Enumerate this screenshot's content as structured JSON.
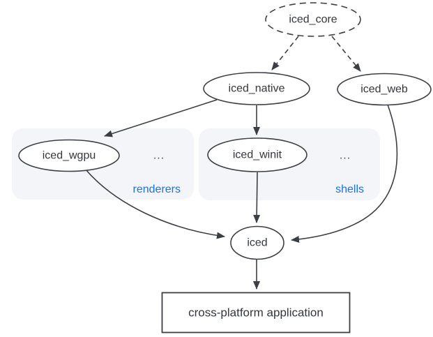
{
  "diagram": {
    "type": "dependency-graph",
    "subject": "iced ecosystem",
    "colors": {
      "stroke": "#3b3f45",
      "node_text": "#33373c",
      "group_label_text": "#1a73e8",
      "group_background": "#f4f5f8",
      "node_fill": "#ffffff",
      "page_background": "#ffffff"
    },
    "nodes": {
      "iced_core": {
        "label": "iced_core",
        "shape": "ellipse",
        "border": "dashed"
      },
      "iced_native": {
        "label": "iced_native",
        "shape": "ellipse",
        "border": "solid"
      },
      "iced_web": {
        "label": "iced_web",
        "shape": "ellipse",
        "border": "solid"
      },
      "iced_wgpu": {
        "label": "iced_wgpu",
        "shape": "ellipse",
        "border": "solid",
        "group": "renderers"
      },
      "iced_winit": {
        "label": "iced_winit",
        "shape": "ellipse",
        "border": "solid",
        "group": "shells"
      },
      "iced": {
        "label": "iced",
        "shape": "ellipse",
        "border": "solid"
      },
      "app": {
        "label": "cross-platform application",
        "shape": "rectangle",
        "border": "solid"
      }
    },
    "groups": {
      "renderers": {
        "label": "renderers",
        "ellipsis": "..."
      },
      "shells": {
        "label": "shells",
        "ellipsis": "..."
      }
    },
    "edges": [
      {
        "from": "iced_core",
        "to": "iced_native",
        "style": "dashed"
      },
      {
        "from": "iced_core",
        "to": "iced_web",
        "style": "dashed"
      },
      {
        "from": "iced_native",
        "to": "iced_wgpu",
        "style": "solid"
      },
      {
        "from": "iced_native",
        "to": "iced_winit",
        "style": "solid"
      },
      {
        "from": "iced_wgpu",
        "to": "iced",
        "style": "solid"
      },
      {
        "from": "iced_winit",
        "to": "iced",
        "style": "solid"
      },
      {
        "from": "iced_web",
        "to": "iced",
        "style": "solid"
      },
      {
        "from": "iced",
        "to": "app",
        "style": "solid"
      }
    ]
  }
}
